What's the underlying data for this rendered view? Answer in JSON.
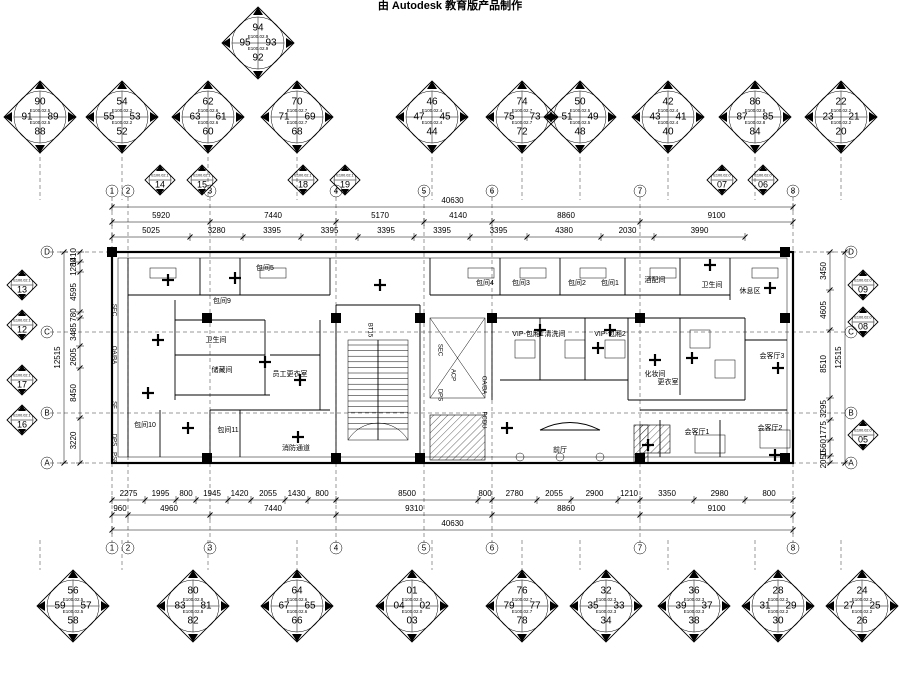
{
  "header": {
    "watermark": "由 Autodesk 教育版产品制作"
  },
  "dimensions": {
    "overall_top": "40630",
    "overall_bottom": "40630",
    "top_row1": [
      "5920",
      "7440",
      "5170",
      "4140",
      "8860",
      "9100"
    ],
    "top_row2": [
      "5025",
      "3280",
      "3395",
      "3395",
      "3395",
      "3395",
      "3395",
      "4380",
      "2030",
      "3990"
    ],
    "bottom_row1": [
      "2275",
      "1995",
      "800",
      "1945",
      "1420",
      "2055",
      "1430",
      "800",
      "8500",
      "800",
      "2780",
      "2055",
      "2900",
      "1210",
      "3350",
      "2980",
      "800"
    ],
    "bottom_row2": [
      "960",
      "4960",
      "7440",
      "9310",
      "8860",
      "9100"
    ],
    "left_overall": "12515",
    "left_parts": [
      "1410",
      "1280",
      "4595",
      "780",
      "3485",
      "2605",
      "8450",
      "3220"
    ],
    "right_overall": "12515",
    "right_parts": [
      "3450",
      "4605",
      "8510",
      "3295",
      "1775",
      "1560",
      "2050"
    ]
  },
  "grid": {
    "columns_top": [
      "1",
      "2",
      "3",
      "4",
      "5",
      "6",
      "7",
      "8"
    ],
    "columns_bottom": [
      "1",
      "2",
      "3",
      "4",
      "5",
      "6",
      "7",
      "8"
    ],
    "rows": [
      "D",
      "C",
      "B",
      "A"
    ]
  },
  "rooms": [
    {
      "label": "包间9"
    },
    {
      "label": "包间5"
    },
    {
      "label": "包间4"
    },
    {
      "label": "包间3"
    },
    {
      "label": "包间2"
    },
    {
      "label": "包间1"
    },
    {
      "label": "酒配间"
    },
    {
      "label": "卫生间"
    },
    {
      "label": "休息区"
    },
    {
      "label": "储藏间"
    },
    {
      "label": "卫生间"
    },
    {
      "label": "员工更衣室"
    },
    {
      "label": "VIP-包厢1"
    },
    {
      "label": "清洗间"
    },
    {
      "label": "VIP-包厢2"
    },
    {
      "label": "化妆间"
    },
    {
      "label": "更衣室"
    },
    {
      "label": "会客厅3"
    },
    {
      "label": "包间10"
    },
    {
      "label": "包间11"
    },
    {
      "label": "消防通道"
    },
    {
      "label": "前厅"
    },
    {
      "label": "会客厅1"
    },
    {
      "label": "会客厅2"
    }
  ],
  "shaft_labels": {
    "bt": "BT15",
    "sec_left": "SEC",
    "sec_mid": "SEC",
    "dps_left": "DPS",
    "dps_mid": "DPS",
    "acp": "ACP",
    "oa_left": "OA/BA",
    "oa_mid": "OA/BA",
    "pcdu": "PCDU",
    "sf": "SF",
    "psf": "PSF"
  },
  "indices": {
    "top_row1": [
      {
        "n": [
          "90",
          "91",
          "89",
          "88"
        ],
        "code": "E100.02.5"
      },
      {
        "n": [
          "54",
          "55",
          "53",
          "52"
        ],
        "code": "E100.02.2"
      },
      {
        "n": [
          "62",
          "63",
          "61",
          "60"
        ],
        "code": "E100.02.6"
      },
      {
        "n": [
          "70",
          "71",
          "69",
          "68"
        ],
        "code": "E100.02.7"
      },
      {
        "n": [
          "46",
          "47",
          "45",
          "44"
        ],
        "code": "E100.02.4"
      },
      {
        "n": [
          "74",
          "75",
          "73",
          "72"
        ],
        "code": "E100.02.7"
      },
      {
        "n": [
          "50",
          "51",
          "49",
          "48"
        ],
        "code": "E100.02.5"
      },
      {
        "n": [
          "42",
          "43",
          "41",
          "40"
        ],
        "code": "E100.02.4"
      },
      {
        "n": [
          "86",
          "87",
          "85",
          "84"
        ],
        "code": "E100.02.8"
      },
      {
        "n": [
          "22",
          "23",
          "21",
          "20"
        ],
        "code": "E100.02.2"
      }
    ],
    "top_center": {
      "n": [
        "94",
        "95",
        "93",
        "92"
      ],
      "code": "E100.02.9"
    },
    "top_small": [
      {
        "n": "14",
        "code": "E100.02.1"
      },
      {
        "n": "15",
        "code": "E100.02.1"
      },
      {
        "n": "18",
        "code": "E100.02.1"
      },
      {
        "n": "19",
        "code": "E100.02.1"
      },
      {
        "n": "07",
        "code": "E100.02.0"
      },
      {
        "n": "06",
        "code": "E100.02.0"
      }
    ],
    "left_small": [
      {
        "n": "13",
        "code": "E100.02.1"
      },
      {
        "n": "12",
        "code": "E100.02.1"
      },
      {
        "n": "17",
        "code": "E100.02.1"
      },
      {
        "n": "16",
        "code": "E100.02.1"
      }
    ],
    "right_small": [
      {
        "n": "09",
        "code": "E100.02.0"
      },
      {
        "n": "08",
        "code": "E100.02.0"
      },
      {
        "n": "05",
        "code": "E100.02.0"
      }
    ],
    "bottom_row": [
      {
        "n": [
          "56",
          "59",
          "57",
          "58"
        ],
        "code": "E100.02.5"
      },
      {
        "n": [
          "80",
          "83",
          "81",
          "82"
        ],
        "code": "E100.02.8"
      },
      {
        "n": [
          "64",
          "67",
          "65",
          "66"
        ],
        "code": "E100.02.6"
      },
      {
        "n": [
          "01",
          "04",
          "02",
          "03"
        ],
        "code": "E100.02.0"
      },
      {
        "n": [
          "76",
          "79",
          "77",
          "78"
        ],
        "code": "E100.02.7"
      },
      {
        "n": [
          "32",
          "35",
          "33",
          "34"
        ],
        "code": "E100.02.3"
      },
      {
        "n": [
          "36",
          "39",
          "37",
          "38"
        ],
        "code": "E100.02.3"
      },
      {
        "n": [
          "28",
          "31",
          "29",
          "30"
        ],
        "code": "E100.02.2"
      },
      {
        "n": [
          "24",
          "27",
          "25",
          "26"
        ],
        "code": "E100.02.2"
      }
    ]
  }
}
